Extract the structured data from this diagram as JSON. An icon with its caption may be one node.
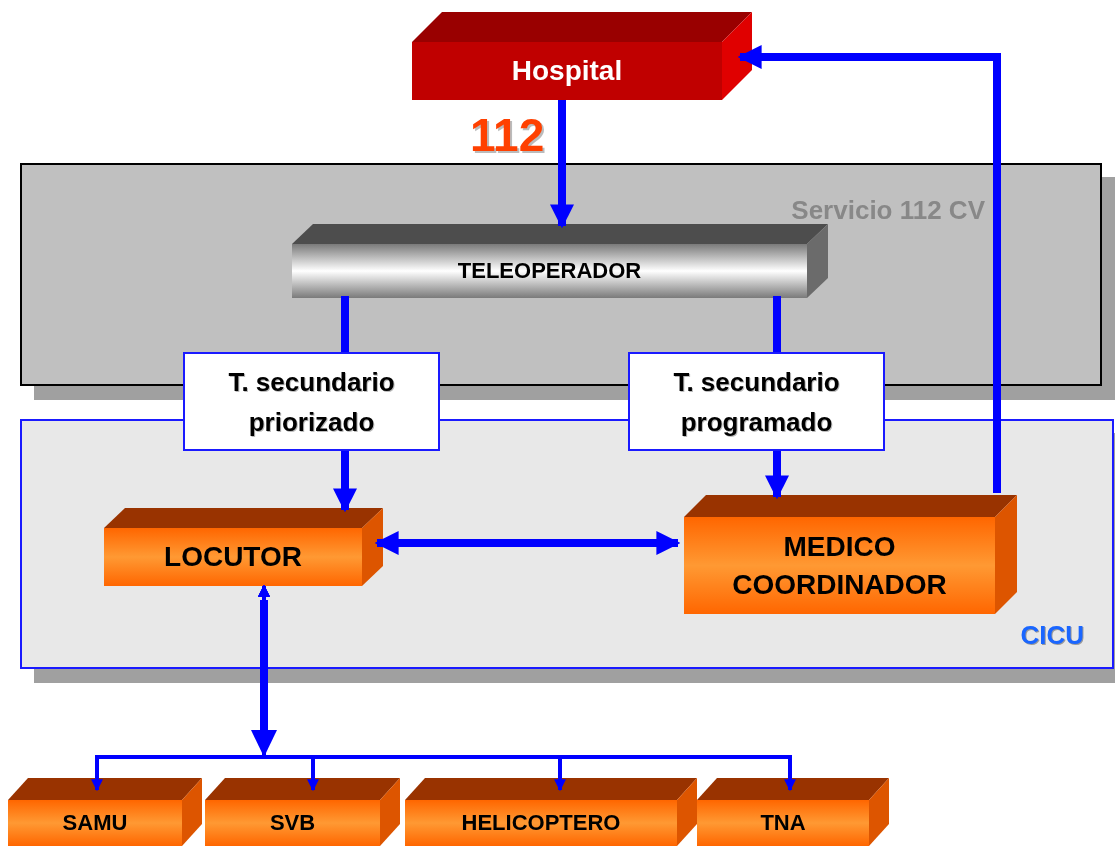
{
  "diagram": {
    "nodes": [
      {
        "text": [
          "Hospital"
        ]
      },
      {
        "text": [
          "Servicio 112 CV"
        ]
      },
      {
        "text": [
          "TELEOPERADOR"
        ],
        "in": 1
      },
      {
        "text": [
          "T. secundario priorizado"
        ]
      },
      {
        "text": [
          "T. secundario programado"
        ]
      },
      {
        "text": [
          "CICU"
        ]
      },
      {
        "text": [
          "LOCUTOR"
        ],
        "in": 5
      },
      {
        "text": [
          "MEDICO COORDINADOR"
        ],
        "in": 5
      },
      {
        "text": [
          "SAMU"
        ]
      },
      {
        "text": [
          "SVB"
        ]
      },
      {
        "text": [
          "HELICOPTERO"
        ]
      },
      {
        "text": [
          "TNA"
        ]
      }
    ],
    "edges": [
      {
        "from": 0,
        "to": 2,
        "arrow": "to",
        "label": "112"
      },
      {
        "from": 2,
        "to": 3,
        "arrow": "none"
      },
      {
        "from": 3,
        "to": 6,
        "arrow": "to"
      },
      {
        "from": 2,
        "to": 4,
        "arrow": "none"
      },
      {
        "from": 4,
        "to": 7,
        "arrow": "to"
      },
      {
        "from": 6,
        "to": 7,
        "arrow": "both"
      },
      {
        "from": 7,
        "to": 0,
        "arrow": "to"
      },
      {
        "from": 6,
        "to": 8,
        "arrow": "both"
      },
      {
        "from": 6,
        "to": 9,
        "arrow": "both"
      },
      {
        "from": 6,
        "to": 10,
        "arrow": "both"
      },
      {
        "from": 6,
        "to": 11,
        "arrow": "both"
      }
    ]
  }
}
